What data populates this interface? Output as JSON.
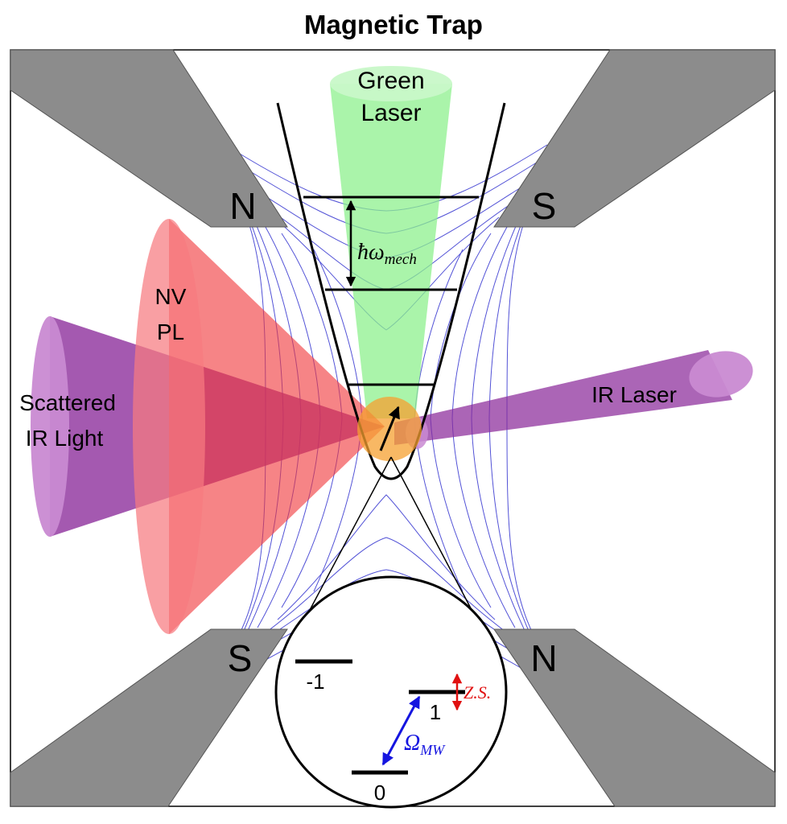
{
  "title": "Magnetic Trap",
  "magnets": {
    "top_left": "N",
    "top_right": "S",
    "bottom_left": "S",
    "bottom_right": "N"
  },
  "beams": {
    "green_laser": [
      "Green",
      "Laser"
    ],
    "nv_pl": [
      "NV",
      "PL"
    ],
    "scattered_ir": [
      "Scattered",
      "IR Light"
    ],
    "ir_laser": "IR Laser"
  },
  "energy_spacing": {
    "symbol": "ħω",
    "subscript": "mech"
  },
  "inset": {
    "levels": {
      "minus_one": "-1",
      "plus_one": "1",
      "zero": "0"
    },
    "microwave": {
      "symbol": "Ω",
      "subscript": "MW"
    },
    "zeeman_label": "Z.S."
  },
  "colors": {
    "magnet": "#8c8c8c",
    "field_lines": "#2e2ec8",
    "green_beam": "#8ef08e",
    "red_beam": "#f0383c",
    "purple_beam": "#8a2a9a",
    "particle": "#f5a030",
    "microwave_arrow": "#1515e0",
    "zeeman_arrow": "#e01010"
  }
}
